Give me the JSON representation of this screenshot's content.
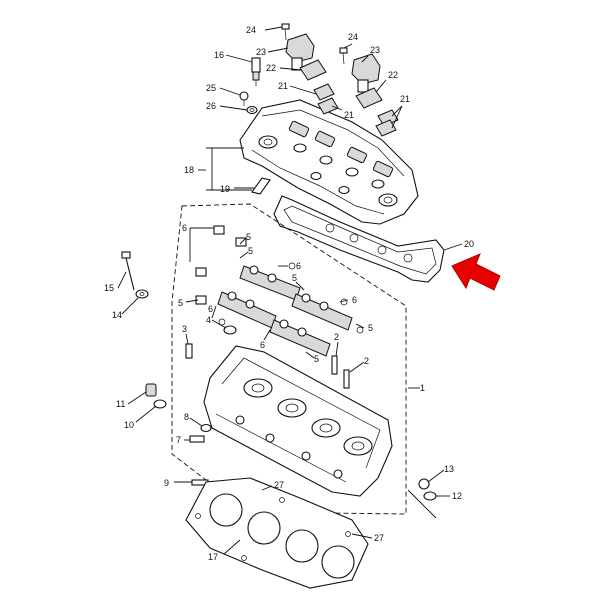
{
  "callouts": [
    {
      "id": "c1",
      "text": "1"
    },
    {
      "id": "c2a",
      "text": "2"
    },
    {
      "id": "c2b",
      "text": "2"
    },
    {
      "id": "c3",
      "text": "3"
    },
    {
      "id": "c4",
      "text": "4"
    },
    {
      "id": "c5a",
      "text": "5"
    },
    {
      "id": "c5b",
      "text": "5"
    },
    {
      "id": "c5c",
      "text": "5"
    },
    {
      "id": "c5d",
      "text": "5"
    },
    {
      "id": "c5e",
      "text": "5"
    },
    {
      "id": "c5f",
      "text": "5"
    },
    {
      "id": "c6a",
      "text": "6"
    },
    {
      "id": "c6b",
      "text": "6"
    },
    {
      "id": "c6c",
      "text": "6"
    },
    {
      "id": "c6d",
      "text": "6"
    },
    {
      "id": "c6e",
      "text": "6"
    },
    {
      "id": "c7",
      "text": "7"
    },
    {
      "id": "c8",
      "text": "8"
    },
    {
      "id": "c9",
      "text": "9"
    },
    {
      "id": "c10",
      "text": "10"
    },
    {
      "id": "c11",
      "text": "11"
    },
    {
      "id": "c12",
      "text": "12"
    },
    {
      "id": "c13",
      "text": "13"
    },
    {
      "id": "c14",
      "text": "14"
    },
    {
      "id": "c15",
      "text": "15"
    },
    {
      "id": "c16",
      "text": "16"
    },
    {
      "id": "c17",
      "text": "17"
    },
    {
      "id": "c18",
      "text": "18"
    },
    {
      "id": "c19",
      "text": "19"
    },
    {
      "id": "c20",
      "text": "20"
    },
    {
      "id": "c21a",
      "text": "21"
    },
    {
      "id": "c21b",
      "text": "21"
    },
    {
      "id": "c21c",
      "text": "21"
    },
    {
      "id": "c22a",
      "text": "22"
    },
    {
      "id": "c22b",
      "text": "22"
    },
    {
      "id": "c23a",
      "text": "23"
    },
    {
      "id": "c23b",
      "text": "23"
    },
    {
      "id": "c24a",
      "text": "24"
    },
    {
      "id": "c24b",
      "text": "24"
    },
    {
      "id": "c25",
      "text": "25"
    },
    {
      "id": "c26",
      "text": "26"
    },
    {
      "id": "c27a",
      "text": "27"
    },
    {
      "id": "c27b",
      "text": "27"
    }
  ],
  "colors": {
    "line": "#111111",
    "highlight_arrow": "#e60000",
    "background": "#ffffff"
  }
}
